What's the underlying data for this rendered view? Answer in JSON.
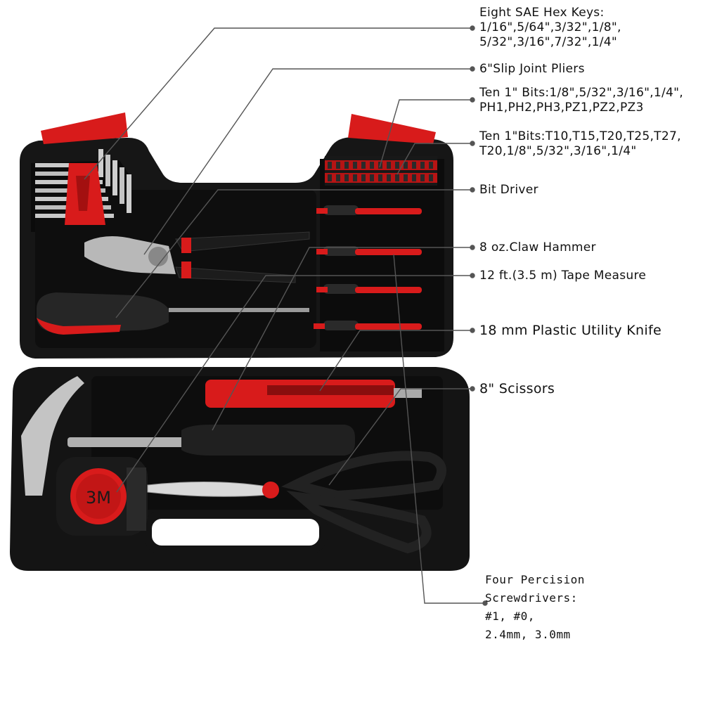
{
  "colors": {
    "case": "#141414",
    "accent": "#d81b1b",
    "leader": "#555555"
  },
  "callouts": {
    "hex_keys": [
      "Eight SAE Hex Keys:",
      " 1/16\",5/64\",3/32\",1/8\",",
      " 5/32\",3/16\",7/32\",1/4\""
    ],
    "pliers": [
      "6\"Slip Joint Pliers"
    ],
    "bits_a": [
      "Ten 1\" Bits:1/8\",5/32\",3/16\",1/4\",",
      "PH1,PH2,PH3,PZ1,PZ2,PZ3"
    ],
    "bits_b": [
      "Ten 1\"Bits:T10,T15,T20,T25,T27,",
      "T20,1/8\",5/32\",3/16\",1/4\""
    ],
    "bit_driver": [
      "Bit Driver"
    ],
    "hammer": [
      "8 oz.Claw Hammer"
    ],
    "tape": [
      "12 ft.(3.5 m) Tape Measure"
    ],
    "knife": [
      "18 mm Plastic Utility Knife"
    ],
    "scissors": [
      "8\" Scissors"
    ],
    "screwdrivers": [
      "Four Percision",
      "Screwdrivers:",
      "#1, #0,",
      "2.4mm, 3.0mm"
    ]
  },
  "tape_brand": "3M"
}
